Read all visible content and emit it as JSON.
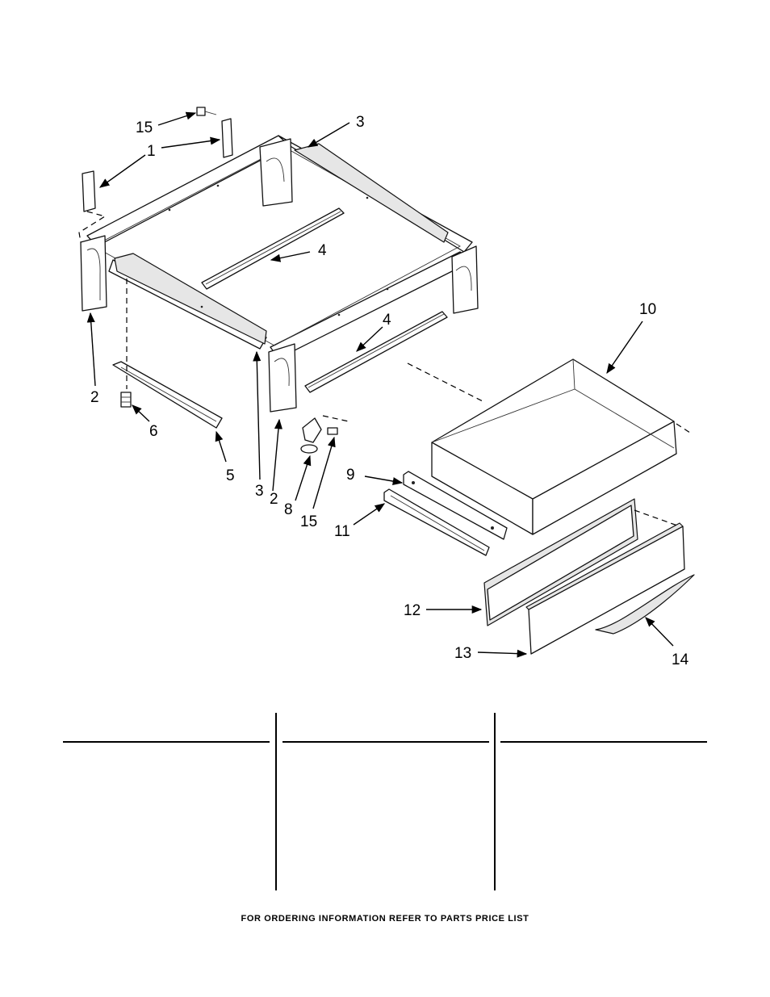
{
  "diagram": {
    "callouts": [
      "15",
      "1",
      "3",
      "4",
      "4",
      "2",
      "6",
      "5",
      "3",
      "2",
      "8",
      "15",
      "9",
      "11",
      "10",
      "12",
      "13",
      "14"
    ]
  },
  "parts_table": {
    "columns": [
      "",
      "",
      ""
    ]
  },
  "footer": {
    "text": "FOR ORDERING INFORMATION REFER TO PARTS PRICE LIST"
  }
}
